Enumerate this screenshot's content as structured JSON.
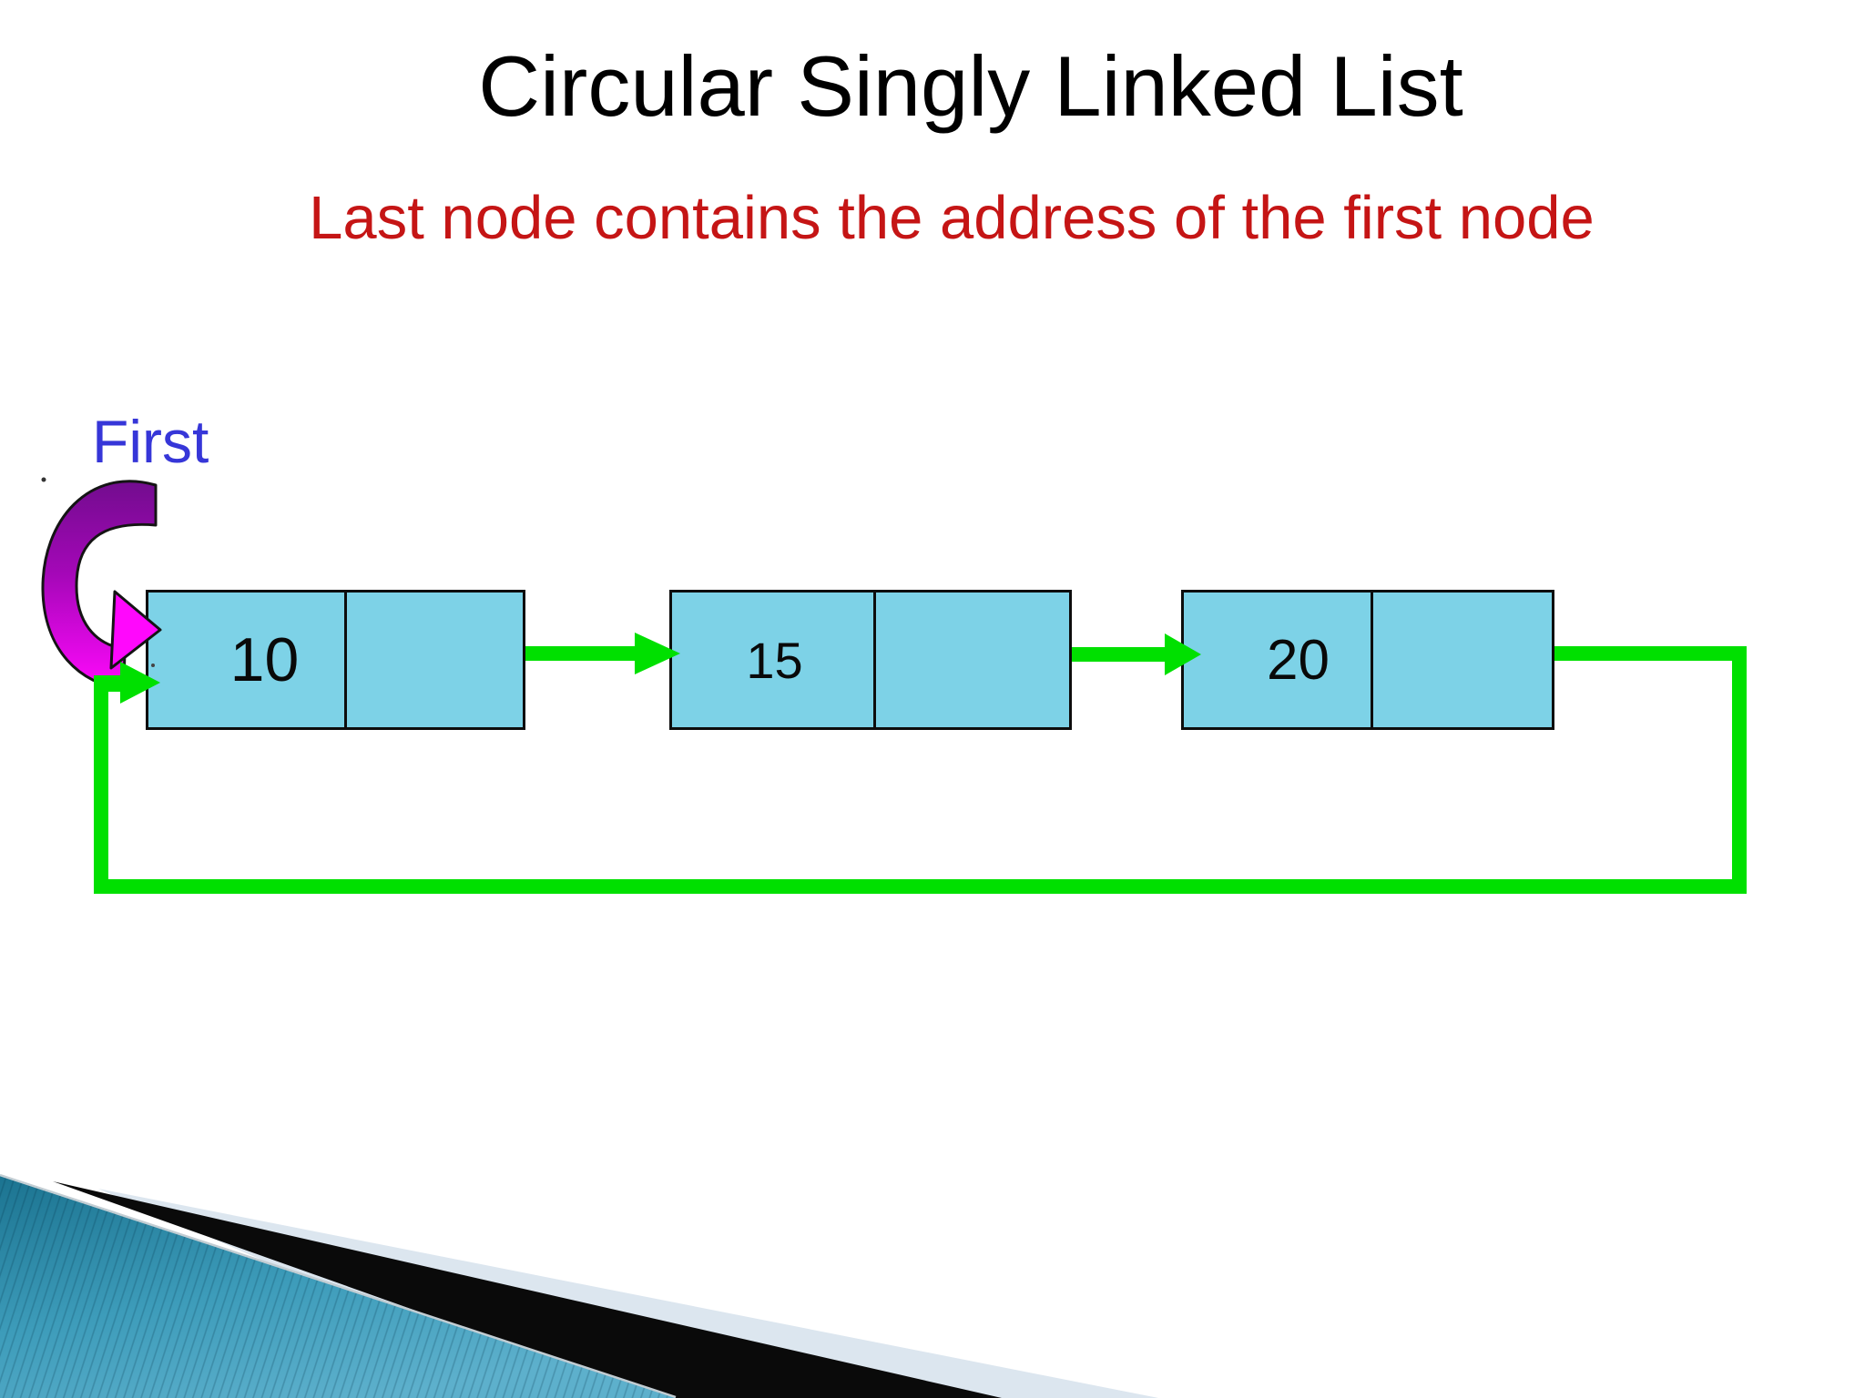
{
  "slide": {
    "title": "Circular Singly Linked List",
    "subtitle": "Last node contains the address of the first node",
    "first_pointer_label": "First",
    "list_nodes": [
      {
        "value": "10",
        "next": ""
      },
      {
        "value": "15",
        "next": ""
      },
      {
        "value": "20",
        "next": ""
      }
    ],
    "theme": {
      "title_color": "#000000",
      "subtitle_color": "#c51515",
      "pointer_label_color": "#3636d8",
      "node_fill": "#7dd2e7",
      "node_border": "#0d0d0d",
      "link_green": "#00e000",
      "first_arrow_dark": "#720c8e",
      "first_arrow_bright": "#ff08fc",
      "ribbon_teal_dark": "#1b7390",
      "ribbon_teal_light": "#5db0cc",
      "ribbon_black": "#0a0a0a",
      "ribbon_light": "#dce6ef"
    }
  }
}
